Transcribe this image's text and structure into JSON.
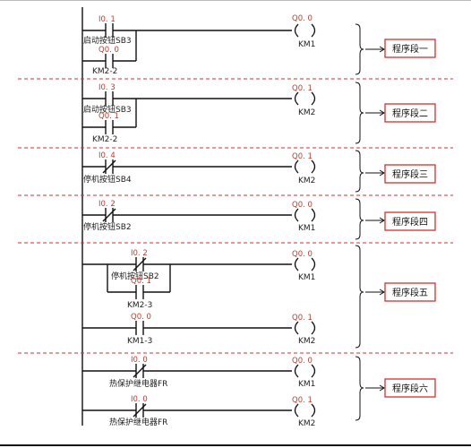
{
  "segments": [
    {
      "label": "程序段一"
    },
    {
      "label": "程序段二"
    },
    {
      "label": "程序段三"
    },
    {
      "label": "程序段四"
    },
    {
      "label": "程序段五"
    },
    {
      "label": "程序段六"
    }
  ],
  "contacts": {
    "s1_i01": {
      "addr": "I0. 1",
      "name": "启动按钮SB3"
    },
    "s1_q00": {
      "addr": "Q0. 0",
      "name": "KM2-2"
    },
    "s2_i03": {
      "addr": "I0. 3",
      "name": "启动按钮SB3"
    },
    "s2_q01": {
      "addr": "Q0. 1",
      "name": "KM2-2"
    },
    "s3_i04": {
      "addr": "I0. 4",
      "name": "停机按钮SB4"
    },
    "s4_i02": {
      "addr": "I0. 2",
      "name": "停机按钮SB2"
    },
    "s5_i02": {
      "addr": "I0. 2",
      "name": "停机按钮SB2"
    },
    "s5_q01": {
      "addr": "Q0. 1",
      "name": "KM2-3"
    },
    "s5_q00": {
      "addr": "Q0. 0",
      "name": "KM1-3"
    },
    "s6_a": {
      "addr": "I0. 0",
      "name": "热保护继电器FR"
    },
    "s6_b": {
      "addr": "I0. 0",
      "name": "热保护继电器FR"
    }
  },
  "coils": {
    "c1": {
      "addr": "Q0. 0",
      "name": "KM1"
    },
    "c2": {
      "addr": "Q0. 1",
      "name": "KM2"
    },
    "c3": {
      "addr": "Q0. 1",
      "name": "KM2"
    },
    "c4": {
      "addr": "Q0. 0",
      "name": "KM1"
    },
    "c5a": {
      "addr": "Q0. 0",
      "name": "KM1"
    },
    "c5b": {
      "addr": "Q0. 1",
      "name": "KM2"
    },
    "c6a": {
      "addr": "Q0. 0",
      "name": "KM1"
    },
    "c6b": {
      "addr": "Q0. 1",
      "name": "KM2"
    }
  }
}
